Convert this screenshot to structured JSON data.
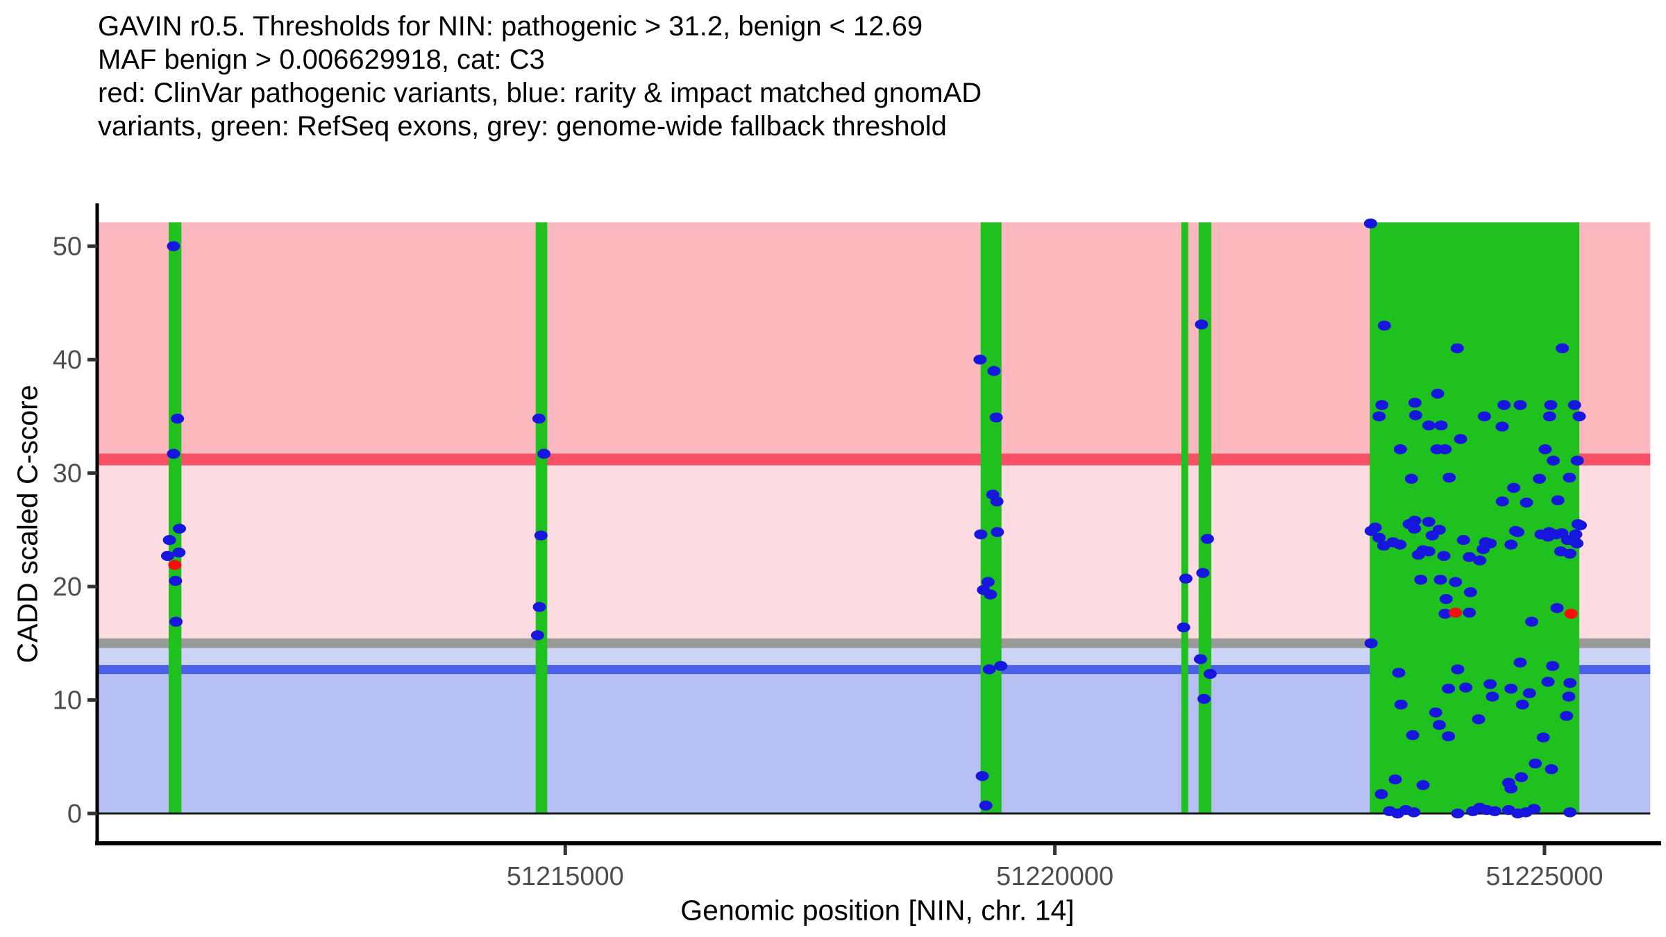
{
  "title": {
    "lines": [
      "GAVIN r0.5. Thresholds for NIN: pathogenic > 31.2, benign < 12.69",
      "MAF benign > 0.006629918, cat: C3",
      "red: ClinVar pathogenic variants, blue: rarity & impact matched gnomAD",
      "variants, green: RefSeq exons, grey: genome-wide fallback threshold"
    ]
  },
  "chart_data": {
    "type": "scatter",
    "title": "GAVIN r0.5. Thresholds for NIN: pathogenic > 31.2, benign < 12.69 MAF benign > 0.006629918, cat: C3 red: ClinVar pathogenic variants, blue: rarity & impact matched gnomAD variants, green: RefSeq exons, grey: genome-wide fallback threshold",
    "xlabel": "Genomic position [NIN, chr. 14]",
    "ylabel": "CADD scaled C-score",
    "gene": "NIN",
    "chromosome": "14",
    "x_ticks": [
      51215000,
      51220000,
      51225000
    ],
    "y_ticks": [
      0,
      10,
      20,
      30,
      40,
      50
    ],
    "x_domain": [
      51210220,
      51226170
    ],
    "y_domain": [
      -2.6,
      53.7
    ],
    "shading_x_extent": [
      51210230,
      51226080
    ],
    "shading_y_top": 52.1,
    "grid": "off",
    "legend": "none",
    "thresholds": {
      "pathogenic_cadd": 31.2,
      "benign_cadd": 12.69,
      "genome_wide_fallback_cadd": 15,
      "maf_benign": 0.006629918,
      "category": "C3"
    },
    "regions": [
      {
        "name": "pathogenic-zone",
        "from": 31.2,
        "to": 52.1,
        "color": "#FBB9BF"
      },
      {
        "name": "vus-zone",
        "from": 15,
        "to": 31.2,
        "color": "#FCDCE0"
      },
      {
        "name": "benign-upper-zone",
        "from": 12.69,
        "to": 15,
        "color": "#CCD3F7"
      },
      {
        "name": "benign-zone",
        "from": 0,
        "to": 12.69,
        "color": "#B7C0F5"
      }
    ],
    "threshold_lines": [
      {
        "name": "pathogenic-threshold-line",
        "y": 31.2,
        "color": "#F85065",
        "px": 17
      },
      {
        "name": "fallback-threshold-line",
        "y": 15,
        "color": "#999999",
        "px": 14
      },
      {
        "name": "benign-threshold-line",
        "y": 12.69,
        "color": "#4A60E8",
        "px": 13
      }
    ],
    "zero_line": {
      "y": 0,
      "color": "#1A1A1A",
      "px": 3
    },
    "exon_color": "#1FC11F",
    "exons": [
      [
        51210950,
        51211080
      ],
      [
        51214698,
        51214816
      ],
      [
        51219242,
        51219455
      ],
      [
        51221291,
        51221362
      ],
      [
        51221468,
        51221598
      ],
      [
        51223216,
        51225356
      ]
    ],
    "series": [
      {
        "name": "rarity & impact matched gnomAD variants",
        "color": "#1616DE",
        "points": [
          [
            51210999,
            50.0
          ],
          [
            51211040,
            34.8
          ],
          [
            51210999,
            31.7
          ],
          [
            51211060,
            25.1
          ],
          [
            51210958,
            24.1
          ],
          [
            51211055,
            23.0
          ],
          [
            51210939,
            22.7
          ],
          [
            51211020,
            20.5
          ],
          [
            51211025,
            16.9
          ],
          [
            51214731,
            34.8
          ],
          [
            51214782,
            31.7
          ],
          [
            51214752,
            24.5
          ],
          [
            51214736,
            18.2
          ],
          [
            51214717,
            15.7
          ],
          [
            51219236,
            40.0
          ],
          [
            51219378,
            39.0
          ],
          [
            51219401,
            34.9
          ],
          [
            51219366,
            28.1
          ],
          [
            51219408,
            27.5
          ],
          [
            51219243,
            24.6
          ],
          [
            51219413,
            24.8
          ],
          [
            51219318,
            20.4
          ],
          [
            51219271,
            19.7
          ],
          [
            51219342,
            19.3
          ],
          [
            51219448,
            13.0
          ],
          [
            51219330,
            12.7
          ],
          [
            51219259,
            3.3
          ],
          [
            51219295,
            0.7
          ],
          [
            51221338,
            20.7
          ],
          [
            51221315,
            16.4
          ],
          [
            51221497,
            43.1
          ],
          [
            51221558,
            24.2
          ],
          [
            51221511,
            21.2
          ],
          [
            51221487,
            13.6
          ],
          [
            51221586,
            12.3
          ],
          [
            51221523,
            10.1
          ],
          [
            51223224,
            52.0
          ],
          [
            51223365,
            43.0
          ],
          [
            51224109,
            41.0
          ],
          [
            51225182,
            41.0
          ],
          [
            51223909,
            37.0
          ],
          [
            51223340,
            36.0
          ],
          [
            51223677,
            36.2
          ],
          [
            51224587,
            36.0
          ],
          [
            51224752,
            36.0
          ],
          [
            51225064,
            36.0
          ],
          [
            51225307,
            36.0
          ],
          [
            51223311,
            35.0
          ],
          [
            51223684,
            35.1
          ],
          [
            51224386,
            35.0
          ],
          [
            51225052,
            35.0
          ],
          [
            51225355,
            35.0
          ],
          [
            51224568,
            34.1
          ],
          [
            51223819,
            34.2
          ],
          [
            51223944,
            34.2
          ],
          [
            51224143,
            33.0
          ],
          [
            51223528,
            32.1
          ],
          [
            51223902,
            32.1
          ],
          [
            51223985,
            32.1
          ],
          [
            51225007,
            32.1
          ],
          [
            51225090,
            31.1
          ],
          [
            51225335,
            31.1
          ],
          [
            51223641,
            29.5
          ],
          [
            51224027,
            29.6
          ],
          [
            51224948,
            29.5
          ],
          [
            51225255,
            29.6
          ],
          [
            51224686,
            28.7
          ],
          [
            51224570,
            27.5
          ],
          [
            51224816,
            27.4
          ],
          [
            51225137,
            27.6
          ],
          [
            51223271,
            25.2
          ],
          [
            51223618,
            25.5
          ],
          [
            51223675,
            25.8
          ],
          [
            51223672,
            25.1
          ],
          [
            51223818,
            25.7
          ],
          [
            51223925,
            25.0
          ],
          [
            51224728,
            24.8
          ],
          [
            51225047,
            24.8
          ],
          [
            51225342,
            25.5
          ],
          [
            51225366,
            25.4
          ],
          [
            51223230,
            24.9
          ],
          [
            51223311,
            24.3
          ],
          [
            51223358,
            23.6
          ],
          [
            51223453,
            23.9
          ],
          [
            51223524,
            23.7
          ],
          [
            51223854,
            24.5
          ],
          [
            51223760,
            23.2
          ],
          [
            51223818,
            23.1
          ],
          [
            51223713,
            22.8
          ],
          [
            51223973,
            22.7
          ],
          [
            51224173,
            24.1
          ],
          [
            51224233,
            22.6
          ],
          [
            51224339,
            22.3
          ],
          [
            51224374,
            23.3
          ],
          [
            51224398,
            23.9
          ],
          [
            51224445,
            23.8
          ],
          [
            51224658,
            23.7
          ],
          [
            51224705,
            24.9
          ],
          [
            51224965,
            24.6
          ],
          [
            51225036,
            24.4
          ],
          [
            51225118,
            24.6
          ],
          [
            51225177,
            24.7
          ],
          [
            51225236,
            24.1
          ],
          [
            51225307,
            24.0
          ],
          [
            51225319,
            24.6
          ],
          [
            51225331,
            23.8
          ],
          [
            51225165,
            23.1
          ],
          [
            51225260,
            22.9
          ],
          [
            51223737,
            20.6
          ],
          [
            51223937,
            20.6
          ],
          [
            51224091,
            20.4
          ],
          [
            51223996,
            18.9
          ],
          [
            51224244,
            19.5
          ],
          [
            51223985,
            17.6
          ],
          [
            51224233,
            17.7
          ],
          [
            51225128,
            18.1
          ],
          [
            51224870,
            16.9
          ],
          [
            51223230,
            15.0
          ],
          [
            51224752,
            13.3
          ],
          [
            51225083,
            13.0
          ],
          [
            51223512,
            12.4
          ],
          [
            51225036,
            11.6
          ],
          [
            51225260,
            11.5
          ],
          [
            51224114,
            12.7
          ],
          [
            51224019,
            11.0
          ],
          [
            51224196,
            11.1
          ],
          [
            51224445,
            11.4
          ],
          [
            51224468,
            10.3
          ],
          [
            51224658,
            11.0
          ],
          [
            51224846,
            10.6
          ],
          [
            51224775,
            9.6
          ],
          [
            51223535,
            9.6
          ],
          [
            51223889,
            8.9
          ],
          [
            51224327,
            8.3
          ],
          [
            51223926,
            7.8
          ],
          [
            51223654,
            6.9
          ],
          [
            51224019,
            6.8
          ],
          [
            51224988,
            6.7
          ],
          [
            51225225,
            8.6
          ],
          [
            51225248,
            10.3
          ],
          [
            51224906,
            4.4
          ],
          [
            51225071,
            3.9
          ],
          [
            51224764,
            3.2
          ],
          [
            51224634,
            2.7
          ],
          [
            51224658,
            2.2
          ],
          [
            51223476,
            3.0
          ],
          [
            51223760,
            2.5
          ],
          [
            51223334,
            1.7
          ],
          [
            51223418,
            0.2
          ],
          [
            51223500,
            0.0
          ],
          [
            51223583,
            0.3
          ],
          [
            51223666,
            0.1
          ],
          [
            51224114,
            0.0
          ],
          [
            51224268,
            0.2
          ],
          [
            51224339,
            0.5
          ],
          [
            51224410,
            0.3
          ],
          [
            51224492,
            0.2
          ],
          [
            51224634,
            0.3
          ],
          [
            51224728,
            0.0
          ],
          [
            51224810,
            0.1
          ],
          [
            51224893,
            0.4
          ],
          [
            51225260,
            0.1
          ]
        ]
      },
      {
        "name": "ClinVar pathogenic variants",
        "color": "#F90D0D",
        "points": [
          [
            51211013,
            21.9
          ],
          [
            51224091,
            17.7
          ],
          [
            51225271,
            17.6
          ]
        ]
      }
    ],
    "point_shape": {
      "rx": 9.5,
      "ry": 7.2
    },
    "axis": {
      "line_color": "#000000",
      "tick_color": "#333333",
      "tick_label_color": "#4D4D4D"
    }
  }
}
